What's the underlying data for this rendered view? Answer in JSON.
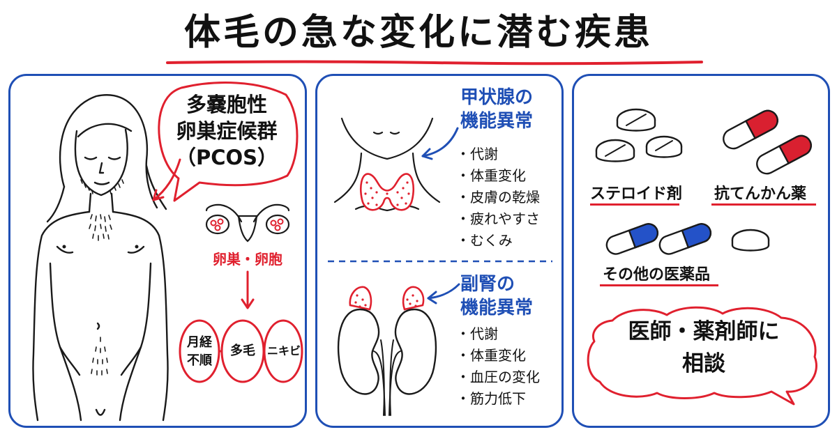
{
  "title": "体毛の急な変化に潜む疾患",
  "colors": {
    "accent_red": "#e0202e",
    "accent_blue": "#1f4fb5",
    "ink": "#1a1a1a"
  },
  "left_panel": {
    "bubble_lines": [
      "多嚢胞性",
      "卵巣症候群",
      "（PCOS）"
    ],
    "ovary_label": "卵巣・卵胞",
    "symptoms": [
      [
        "月経",
        "不順"
      ],
      [
        "多毛"
      ],
      [
        "ニキビ"
      ]
    ]
  },
  "middle_panel": {
    "thyroid": {
      "heading": [
        "甲状腺の",
        "機能異常"
      ],
      "items": [
        "代謝",
        "体重変化",
        "皮膚の乾燥",
        "疲れやすさ",
        "むくみ"
      ]
    },
    "adrenal": {
      "heading": [
        "副腎の",
        "機能異常"
      ],
      "items": [
        "代謝",
        "体重変化",
        "血圧の変化",
        "筋力低下"
      ]
    }
  },
  "right_panel": {
    "drugs": [
      "ステロイド剤",
      "抗てんかん薬",
      "その他の医薬品"
    ],
    "advice_lines": [
      "医師・薬剤師に",
      "相談"
    ]
  }
}
